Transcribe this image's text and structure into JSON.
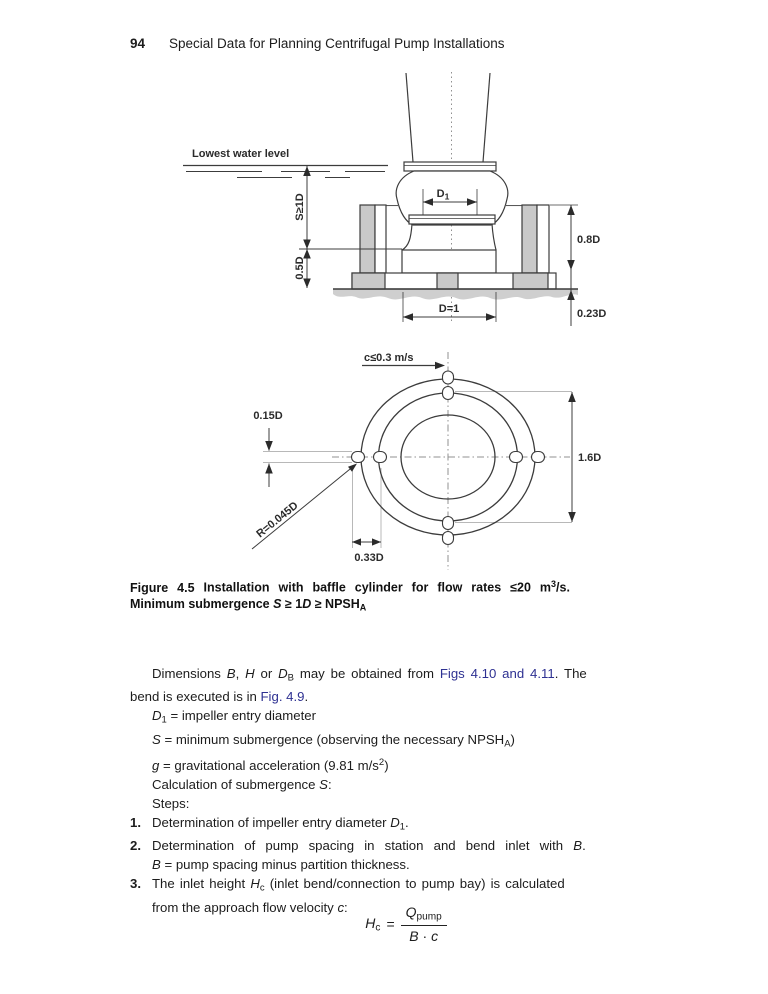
{
  "header": {
    "page_number": "94",
    "title": "Special Data for Planning Centrifugal Pump Installations"
  },
  "figure": {
    "elevation": {
      "water": "Lowest water level",
      "s": "S≥1D",
      "s05": "0.5D",
      "d1": "D",
      "d1_sub": "1",
      "d08": "0.8D",
      "d023": "0.23D",
      "deq1": "D=1"
    },
    "plan": {
      "c_label": "c≤0.3 m/s",
      "d015": "0.15D",
      "d16": "1.6D",
      "r": "R=0.045D",
      "d033": "0.33D"
    },
    "colors": {
      "line": "#3c3c3c",
      "wall_fill": "#c9c9c9",
      "ground_fill": "#cfcfcf",
      "extension": "#b8b8b8"
    }
  },
  "caption": {
    "line1": [
      {
        "t": "Figure 4.5",
        "c": "mr"
      },
      {
        "t": "Installation with baffle cylinder for flow rates "
      },
      {
        "t": "≤20 m"
      },
      {
        "t": "3",
        "c": "sup"
      },
      {
        "t": "/s."
      }
    ],
    "line2": [
      {
        "t": "Minimum submergence "
      },
      {
        "t": "S",
        "c": "bi"
      },
      {
        "t": " ≥ "
      },
      {
        "t": "1"
      },
      {
        "t": "D",
        "c": "bi"
      },
      {
        "t": " ≥ NPSH"
      },
      {
        "t": "A",
        "c": "sub"
      }
    ]
  },
  "body": {
    "p1": {
      "l1": [
        {
          "t": "Dimensions "
        },
        {
          "t": "B",
          "c": "i"
        },
        {
          "t": ", "
        },
        {
          "t": "H",
          "c": "i"
        },
        {
          "t": " or "
        },
        {
          "t": "D",
          "c": "i"
        },
        {
          "t": "B",
          "c": "sub"
        },
        {
          "t": " may be obtained from "
        },
        {
          "t": "Figs 4.10 and 4.11",
          "c": "link",
          "n": "link-figs-4-10-and-4-11",
          "ia": "true"
        },
        {
          "t": ". The"
        }
      ],
      "l2": [
        {
          "t": "bend is executed is in "
        },
        {
          "t": "Fig. 4.9",
          "c": "link",
          "n": "link-fig-4-9",
          "ia": "true"
        },
        {
          "t": "."
        }
      ]
    },
    "defs": {
      "d1": [
        {
          "t": "D",
          "c": "i"
        },
        {
          "t": "1",
          "c": "sub"
        },
        {
          "t": " = impeller entry diameter"
        }
      ],
      "s": [
        {
          "t": "S",
          "c": "i"
        },
        {
          "t": " = minimum submergence (observing the necessary NPSH"
        },
        {
          "t": "A",
          "c": "sub"
        },
        {
          "t": ")"
        }
      ],
      "g": [
        {
          "t": "g",
          "c": "i"
        },
        {
          "t": " = gravitational acceleration (9.81 m/s"
        },
        {
          "t": "2",
          "c": "sup"
        },
        {
          "t": ")"
        }
      ],
      "calc": [
        {
          "t": "Calculation of submergence "
        },
        {
          "t": "S",
          "c": "i"
        },
        {
          "t": ":"
        }
      ],
      "steps": [
        {
          "t": "Steps:"
        }
      ]
    },
    "items": [
      {
        "num": "1.",
        "lines": [
          [
            {
              "t": "Determination of impeller entry diameter "
            },
            {
              "t": "D",
              "c": "i"
            },
            {
              "t": "1",
              "c": "sub"
            },
            {
              "t": "."
            }
          ]
        ]
      },
      {
        "num": "2.",
        "lines": [
          [
            {
              "t": "Determination of pump spacing in station and bend inlet with "
            },
            {
              "t": "B",
              "c": "i"
            },
            {
              "t": "."
            }
          ],
          [
            {
              "t": "B",
              "c": "i"
            },
            {
              "t": " = pump spacing minus partition thickness."
            }
          ]
        ]
      },
      {
        "num": "3.",
        "lines": [
          [
            {
              "t": "The inlet height "
            },
            {
              "t": "H",
              "c": "i"
            },
            {
              "t": "c",
              "c": "sub"
            },
            {
              "t": " (inlet bend/connection to pump bay) is calculated"
            }
          ],
          [
            {
              "t": "from the approach flow velocity "
            },
            {
              "t": "c",
              "c": "i"
            },
            {
              "t": ":"
            }
          ]
        ]
      }
    ]
  },
  "formula": {
    "lhs": [
      {
        "t": "H",
        "c": "i"
      },
      {
        "t": "c",
        "c": "sub"
      }
    ],
    "eq": "=",
    "numerator": [
      {
        "t": "Q",
        "c": "i"
      },
      {
        "t": "pump",
        "c": "sub"
      }
    ],
    "denominator": [
      {
        "t": "B",
        "c": "i"
      },
      {
        "t": " · "
      },
      {
        "t": "c",
        "c": "i"
      }
    ]
  }
}
